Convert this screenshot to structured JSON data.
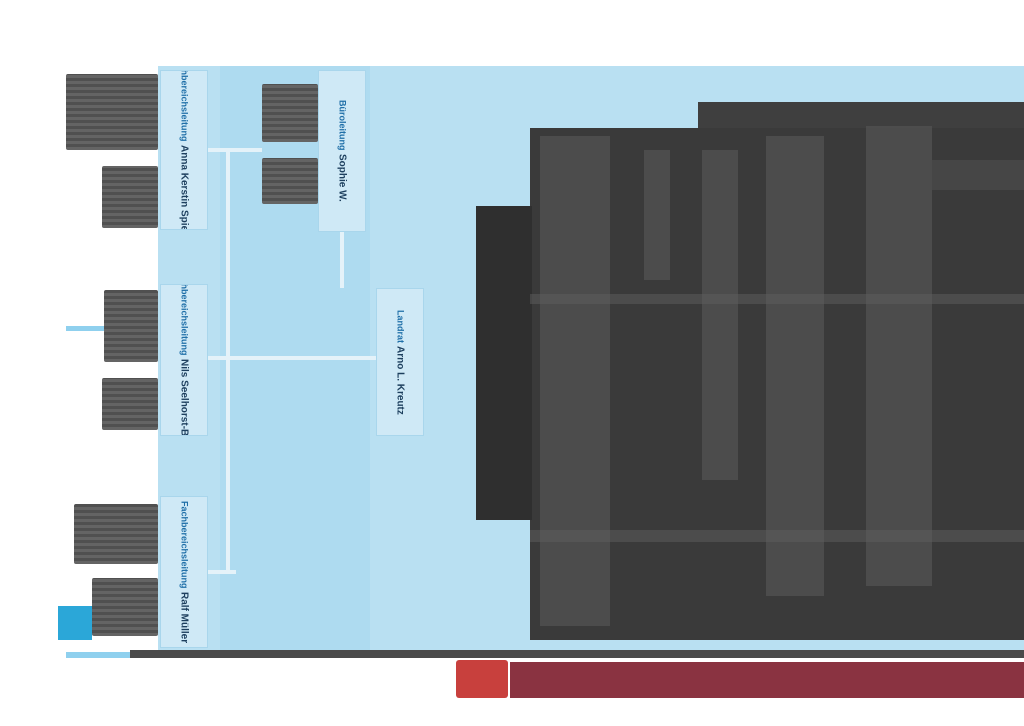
{
  "org_chart": {
    "head": {
      "role": "Landrat",
      "name": "Arno L. Kreutz"
    },
    "top_right": {
      "role": "Büroleitung",
      "name": "Sophie W."
    },
    "departments": [
      {
        "role": "Fachbereichsleitung",
        "name": "Anna Kerstin Spieker"
      },
      {
        "role": "Fachbereichsleitung",
        "name": "Nils Seelhorst-Berg"
      },
      {
        "role": "Fachbereichsleitung",
        "name": "Ralf Müller"
      }
    ]
  },
  "colors": {
    "panel": "#b9e0f2",
    "box": "#cfe9f6",
    "role_text": "#1f6fa8",
    "name_text": "#1d3f5e",
    "content_block": "#3a3a3a",
    "footer_band": "#8a3341",
    "footer_logo": "#c8403d",
    "accent": "#2ba7d8"
  }
}
